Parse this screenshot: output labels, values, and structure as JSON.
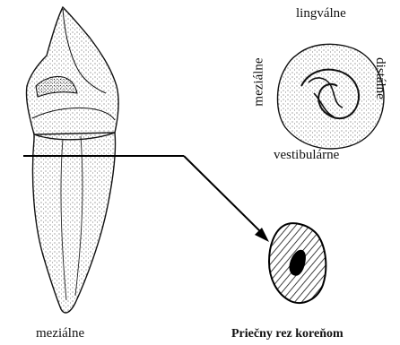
{
  "labels": {
    "top": "lingválne",
    "left_side": "meziálne",
    "right_side": "distálne",
    "bottom_crown": "vestibulárne",
    "tooth_caption": "meziálne",
    "section_caption": "Priečny rez koreňom"
  }
}
